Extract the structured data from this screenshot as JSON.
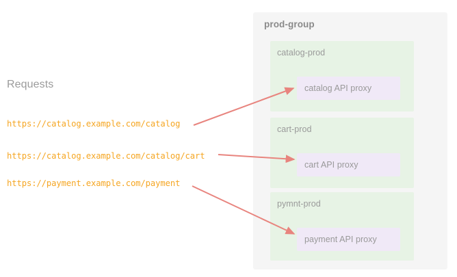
{
  "left_panel": {
    "heading": "Requests",
    "urls": [
      "https://catalog.example.com/catalog",
      "https://catalog.example.com/catalog/cart",
      "https://payment.example.com/payment"
    ]
  },
  "group": {
    "title": "prod-group",
    "namespaces": [
      {
        "title": "catalog-prod",
        "proxy": "catalog API proxy"
      },
      {
        "title": "cart-prod",
        "proxy": "cart API proxy"
      },
      {
        "title": "pymnt-prod",
        "proxy": "payment API proxy"
      }
    ]
  },
  "arrows": [
    {
      "name": "arrow-catalog",
      "from_url_index": 0,
      "to_namespace_index": 0
    },
    {
      "name": "arrow-cart",
      "from_url_index": 1,
      "to_namespace_index": 1
    },
    {
      "name": "arrow-payment",
      "from_url_index": 2,
      "to_namespace_index": 2
    }
  ],
  "colors": {
    "url_text": "#f5a623",
    "heading_text": "#9b9b9b",
    "group_panel_bg": "#f5f5f5",
    "namespace_bg": "#e7f3e5",
    "proxy_bg": "#f0e9f7",
    "label_text": "#999999",
    "arrow": "#e8847e",
    "page_bg": "#ffffff"
  }
}
